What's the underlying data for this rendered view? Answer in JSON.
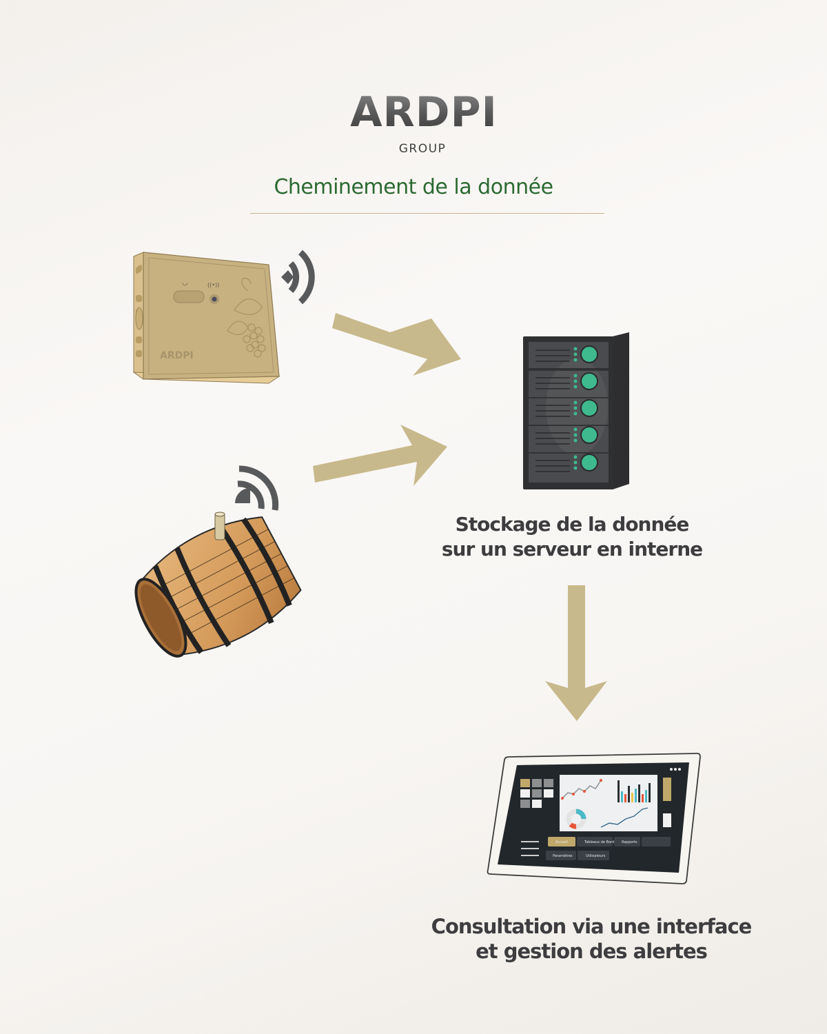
{
  "logo": {
    "name": "ARDPI",
    "subtitle": "GROUP"
  },
  "title": "Cheminement de la donnée",
  "nodes": {
    "sensor_box": {
      "label": "ARDPI",
      "icon": "wireless-sensor-box"
    },
    "barrel_sensor": {
      "icon": "barrel-with-sensor"
    },
    "server": {
      "icon": "server-rack",
      "caption_line1": "Stockage de la donnée",
      "caption_line2": "sur un serveur en interne"
    },
    "interface": {
      "icon": "tablet-dashboard",
      "caption_line1": "Consultation via une interface",
      "caption_line2": "et gestion des alertes",
      "menu": [
        "Accueil",
        "Tableaux de Bord",
        "Rapports",
        "Paramètres",
        "Utilisateurs"
      ]
    }
  },
  "edges": [
    {
      "from": "sensor_box",
      "to": "server"
    },
    {
      "from": "barrel_sensor",
      "to": "server"
    },
    {
      "from": "server",
      "to": "interface"
    }
  ],
  "colors": {
    "arrow": "#c8b98c",
    "title": "#2b6a32",
    "caption": "#3d3d3f",
    "server_led": "#3fba8e",
    "wifi": "#58595b"
  }
}
